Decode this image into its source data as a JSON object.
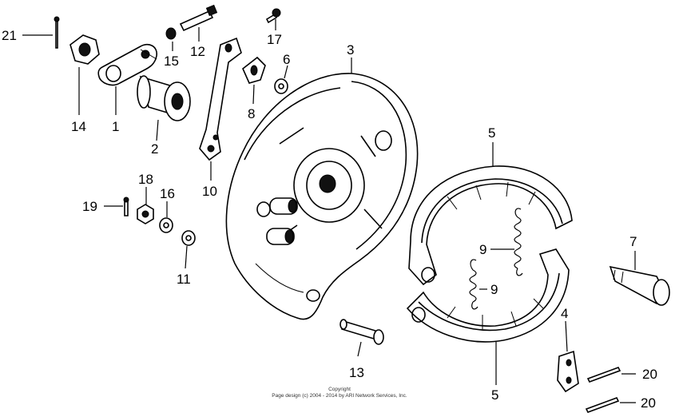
{
  "labels": {
    "l1": "1",
    "l2": "2",
    "l3": "3",
    "l4": "4",
    "l5a": "5",
    "l5b": "5",
    "l6": "6",
    "l7": "7",
    "l8": "8",
    "l9a": "9",
    "l9b": "9",
    "l10": "10",
    "l11": "11",
    "l12": "12",
    "l13": "13",
    "l14": "14",
    "l15": "15",
    "l16": "16",
    "l17": "17",
    "l18": "18",
    "l19": "19",
    "l20a": "20",
    "l20b": "20",
    "l21": "21"
  },
  "copyright": {
    "line1": "Copyright",
    "line2": "Page design (c) 2004 - 2014 by ARI Network Services, Inc."
  }
}
